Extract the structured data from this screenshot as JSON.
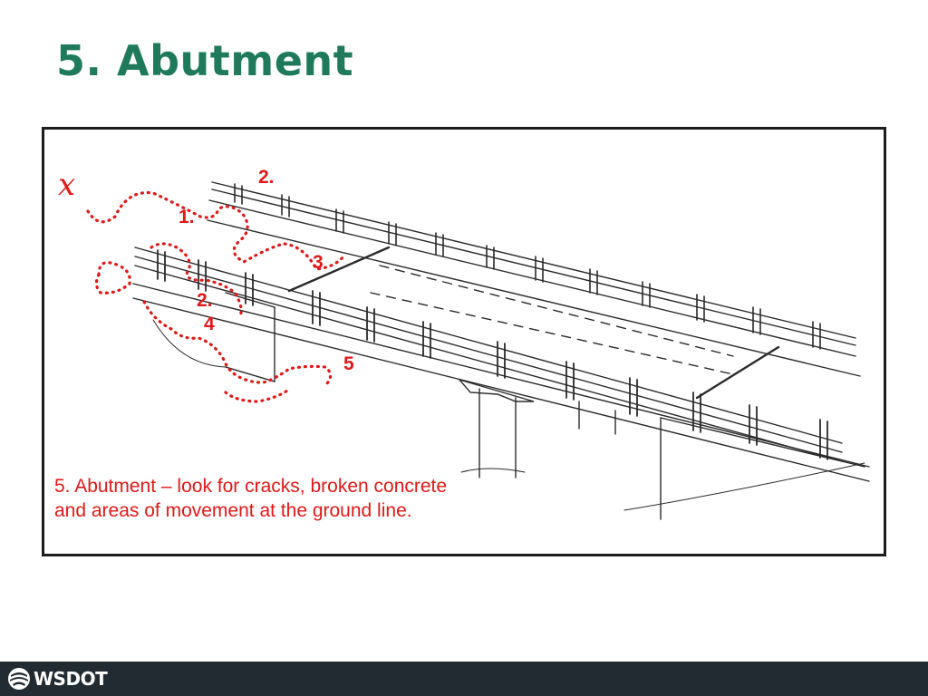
{
  "slide": {
    "title": "5. Abutment"
  },
  "figure": {
    "callouts": [
      {
        "id": "2-top",
        "label": "2."
      },
      {
        "id": "1",
        "label": "1."
      },
      {
        "id": "3",
        "label": "3"
      },
      {
        "id": "2-mid",
        "label": "2."
      },
      {
        "id": "4",
        "label": "4"
      },
      {
        "id": "5",
        "label": "5"
      }
    ],
    "x_mark": "x",
    "caption": "5.  Abutment – look for cracks, broken concrete and areas of movement at the ground line.",
    "highlight_color": "#e01818"
  },
  "footer": {
    "logo_text": "WSDOT",
    "bar_color": "#222a32"
  },
  "colors": {
    "title": "#1f7a5c",
    "frame_border": "#1c1c1c"
  }
}
